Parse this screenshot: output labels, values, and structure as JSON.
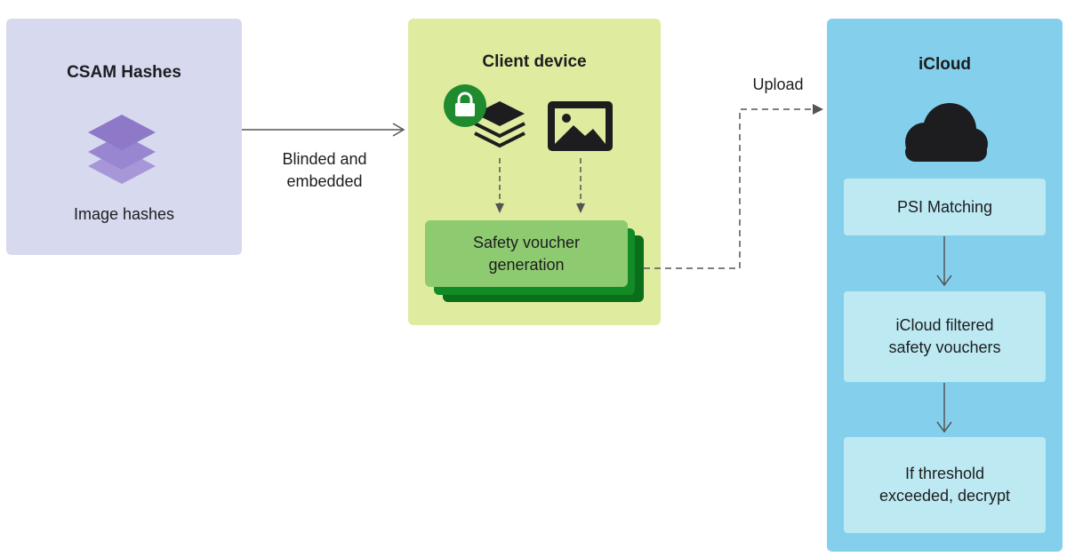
{
  "csam": {
    "title": "CSAM Hashes",
    "icon": "hash-stack-icon",
    "label": "Image hashes"
  },
  "edge_blinded": "Blinded and\nembedded",
  "client": {
    "title": "Client device",
    "icons": [
      "lock-icon",
      "layers-icon",
      "image-icon"
    ],
    "voucher": "Safety voucher\ngeneration"
  },
  "edge_upload": "Upload",
  "icloud": {
    "title": "iCloud",
    "icon": "cloud-icon",
    "steps": [
      "PSI Matching",
      "iCloud filtered\nsafety vouchers",
      "If threshold\nexceeded, decrypt"
    ]
  },
  "colors": {
    "csam_panel": "#d7d9ee",
    "client_panel": "#dfeb9e",
    "icloud_panel": "#84d0ec",
    "voucher": "#8ecb70",
    "voucher_stack": "#0b7a1d",
    "lock": "#1f8a2e",
    "purple": "#8d79c8"
  }
}
